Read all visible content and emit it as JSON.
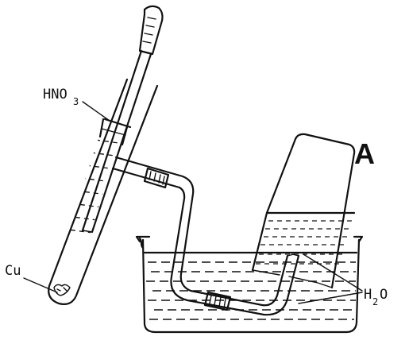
{
  "labels": {
    "hno3": {
      "main": "HNO",
      "sub": "3"
    },
    "cu": "Cu",
    "h2o": {
      "main": "H",
      "sub": "2",
      "tail": "O"
    },
    "vessel_a": "A"
  }
}
